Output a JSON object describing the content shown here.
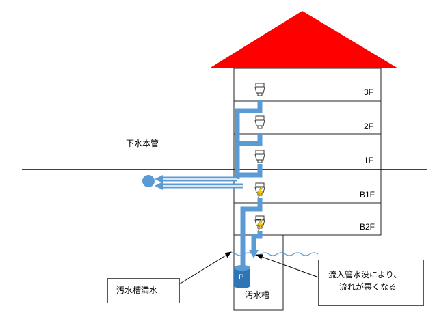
{
  "labels": {
    "main_sewer": "下水本管",
    "septic_tank": "汚水槽"
  },
  "floors": [
    "3F",
    "2F",
    "1F",
    "B1F",
    "B2F"
  ],
  "callouts": {
    "tank_full": "汚水槽満水",
    "inflow_line1": "流入管水没により、",
    "inflow_line2": "流れが悪くなる"
  },
  "pump_label": "P",
  "colors": {
    "roof": "#ff0000",
    "pipe": "#5b9bd5",
    "warning": "#ffd700"
  }
}
